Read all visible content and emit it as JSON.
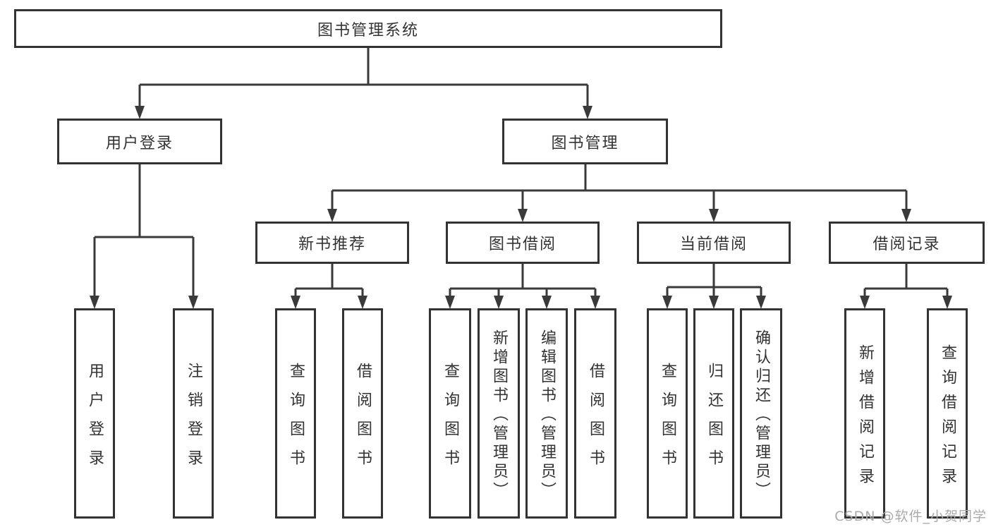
{
  "colors": {
    "line": "#3a3a3a",
    "border": "#333333",
    "text": "#333333",
    "background": "#ffffff",
    "watermark": "#aaaaaa"
  },
  "diagram": {
    "root": {
      "label": "图书管理系统"
    },
    "branches": [
      {
        "label": "用户登录",
        "children": [
          "用户登录",
          "注销登录"
        ]
      },
      {
        "label": "图书管理"
      }
    ],
    "modules": [
      {
        "label": "新书推荐",
        "children": [
          "查询图书",
          "借阅图书"
        ]
      },
      {
        "label": "图书借阅",
        "children": [
          "查询图书",
          "新增图书（管理员）",
          "编辑图书（管理员）",
          "借阅图书"
        ]
      },
      {
        "label": "当前借阅",
        "children": [
          "查询图书",
          "归还图书",
          "确认归还（管理员）"
        ]
      },
      {
        "label": "借阅记录",
        "children": [
          "新增借阅记录",
          "查询借阅记录"
        ]
      }
    ]
  },
  "watermark": {
    "text": "CSDN @软件_小贺同学"
  }
}
